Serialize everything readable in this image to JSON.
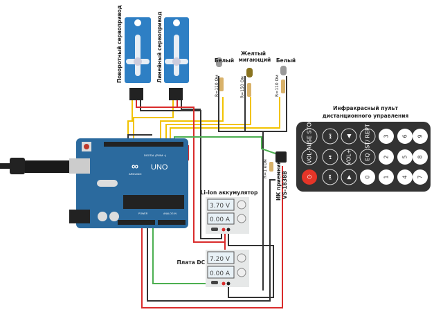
{
  "servos": {
    "rotary_label": "Поворотный сервопривод",
    "linear_label": "Линейный сервопривод"
  },
  "leds": [
    {
      "label": "Белый",
      "color": "#9a9a9a",
      "resistor": "R=110 Ом"
    },
    {
      "label_line1": "Желтый",
      "label_line2": "мигающий",
      "color": "#8a7420",
      "resistor": "R=150 Ом"
    },
    {
      "label": "Белый",
      "color": "#9a9a9a",
      "resistor": "R=110 Ом"
    }
  ],
  "arduino": {
    "brand": "ARDUINO",
    "model": "UNO",
    "digital_label": "DIGITAL (PWM ~)",
    "power_label": "POWER",
    "analog_label": "ANALOG IN",
    "color": "#2b6a9e"
  },
  "ir_receiver": {
    "label": "ИК приемник",
    "model": "VS-1838B",
    "resistor": "R=1 кОм"
  },
  "remote": {
    "title_line1": "Инфракрасный  пульт",
    "title_line2": "дистанционного  управления",
    "buttons": [
      [
        "PAUSE STOP",
        "⏭",
        "◀",
        "ST/ REPT",
        "3",
        "6",
        "9"
      ],
      [
        "VOL-",
        "⏯",
        "VOL+",
        "EQ",
        "2",
        "5",
        "8"
      ],
      [
        "power",
        "⏮",
        "▶",
        "0",
        "1",
        "4",
        "7"
      ]
    ]
  },
  "battery": {
    "label": "Li-Ion аккумулятор",
    "voltage": "3.70 V",
    "current": "0.00 A"
  },
  "dcdc": {
    "label": "Плата DC DC",
    "voltage": "7.20 V",
    "current": "0.00 A"
  },
  "wire_colors": {
    "yellow": "#f2c300",
    "red": "#d92b2b",
    "black": "#333333",
    "green": "#4caf50"
  }
}
